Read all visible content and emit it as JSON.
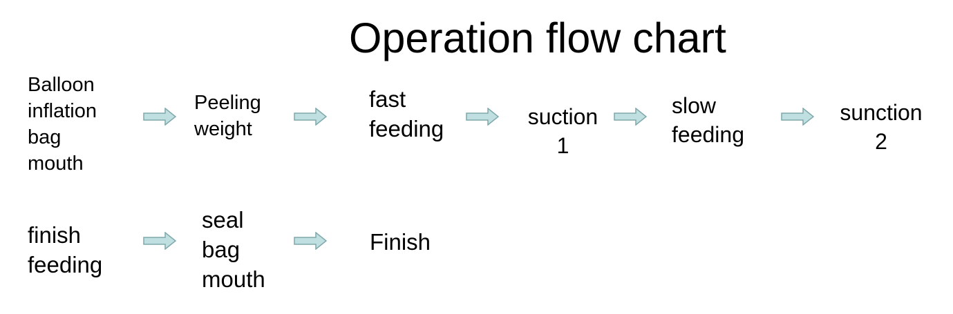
{
  "title": "Operation flow chart",
  "steps": [
    {
      "id": "balloon",
      "label": "Balloon\ninflation\nbag\nmouth"
    },
    {
      "id": "peeling",
      "label": "Peeling\nweight"
    },
    {
      "id": "fast",
      "label": "fast\nfeeding"
    },
    {
      "id": "suction1",
      "label": "suction\n1"
    },
    {
      "id": "slow",
      "label": "slow\nfeeding"
    },
    {
      "id": "suction2",
      "label": "sunction\n2"
    },
    {
      "id": "finishfeeding",
      "label": "finish\nfeeding"
    },
    {
      "id": "seal",
      "label": "seal\nbag\nmouth"
    },
    {
      "id": "finish",
      "label": "Finish"
    }
  ],
  "colors": {
    "arrow_fill": "#bfdfe0",
    "arrow_stroke": "#7fa8ab",
    "text": "#000000"
  }
}
